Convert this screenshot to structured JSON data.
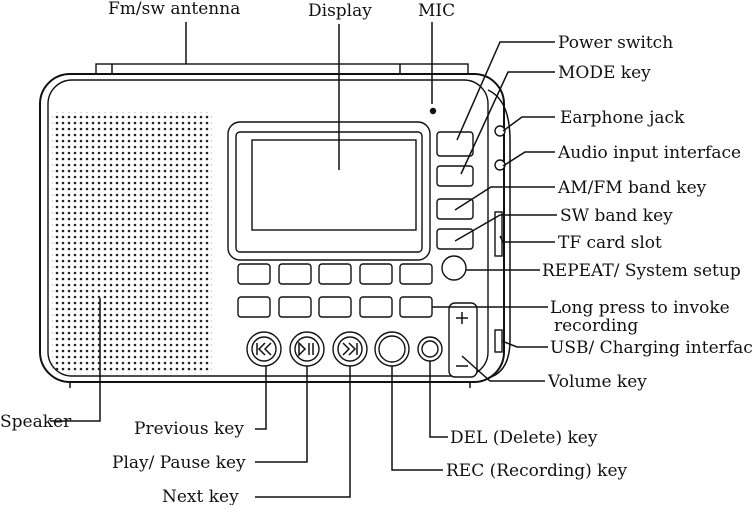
{
  "labels": {
    "antenna": "Fm/sw antenna",
    "display": "Display",
    "mic": "MIC",
    "power_switch": "Power switch",
    "mode_key": "MODE key",
    "earphone_jack": "Earphone jack",
    "audio_input": "Audio input interface",
    "amfm_key": "AM/FM band key",
    "sw_key": "SW band key",
    "tf_slot": "TF card slot",
    "repeat": "REPEAT/ System setup",
    "long_press_1": "Long press to invoke",
    "long_press_2": "recording",
    "usb": "USB/ Charging interface",
    "volume": "Volume key",
    "speaker": "Speaker",
    "previous": "Previous key",
    "play_pause": "Play/ Pause key",
    "next": "Next  key",
    "del": "DEL (Delete) key",
    "rec": "REC (Recording) key"
  }
}
